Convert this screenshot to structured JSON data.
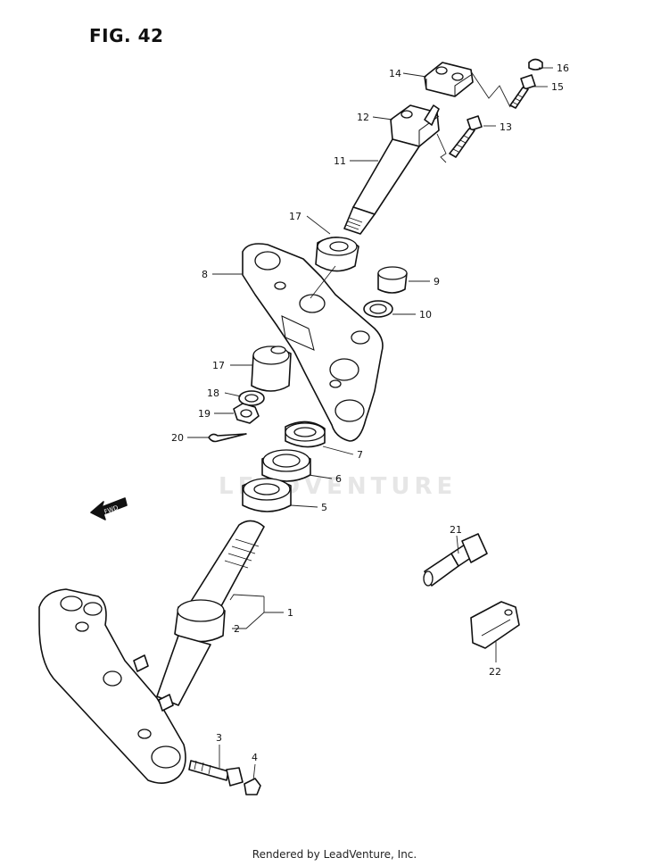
{
  "title": "FIG. 42",
  "watermark": "LEADVENTURE",
  "footer": "Rendered by LeadVenture, Inc.",
  "fwd_label": "FWD",
  "part_labels": {
    "p1": "1",
    "p2": "2",
    "p3": "3",
    "p4": "4",
    "p5": "5",
    "p6": "6",
    "p7": "7",
    "p8": "8",
    "p9": "9",
    "p10": "10",
    "p11": "11",
    "p12": "12",
    "p13": "13",
    "p14": "14",
    "p15": "15",
    "p16": "16",
    "p17a": "17",
    "p17b": "17",
    "p18": "18",
    "p19": "19",
    "p20": "20",
    "p21": "21",
    "p22": "22"
  }
}
